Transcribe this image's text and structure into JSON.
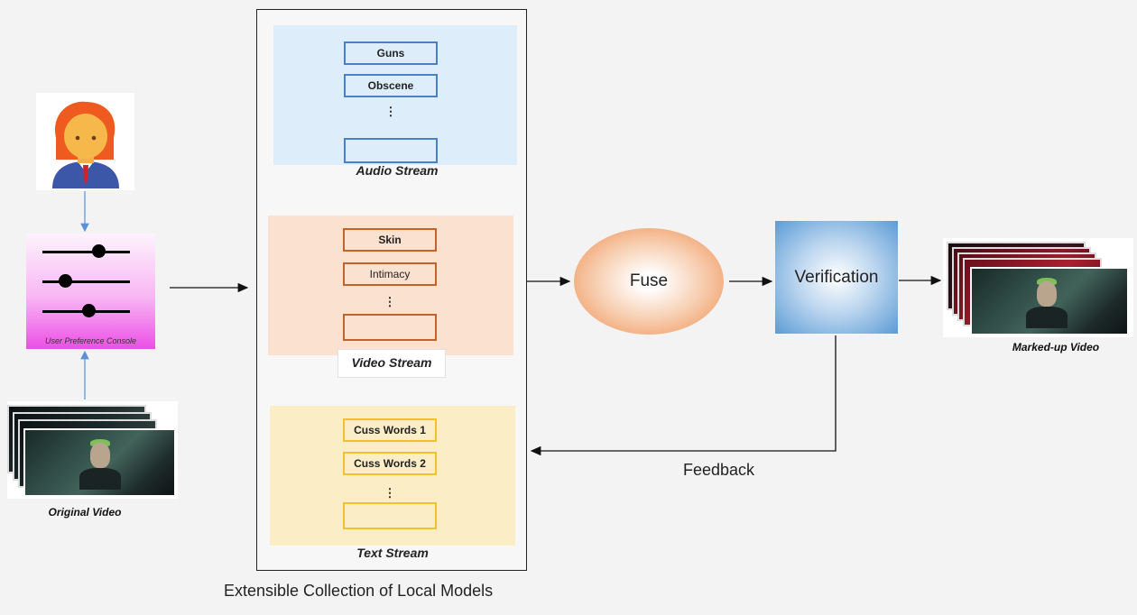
{
  "user": {
    "icon": "user-avatar-icon"
  },
  "console": {
    "label": "User Preference Console",
    "icon": "sliders-icon"
  },
  "original_video": {
    "label": "Original Video"
  },
  "collection": {
    "title": "Extensible Collection of Local Models",
    "audio": {
      "label": "Audio Stream",
      "models": [
        "Guns",
        "Obscene",
        "⋮",
        ""
      ],
      "color": "#4a7fc9",
      "bg": "#ddeefa"
    },
    "video": {
      "label": "Video Stream",
      "models": [
        "Skin",
        "Intimacy",
        "⋮",
        ""
      ],
      "color": "#c5622a",
      "bg": "#fbe1cf"
    },
    "text": {
      "label": "Text Stream",
      "models": [
        "Cuss Words 1",
        "Cuss Words 2",
        "⋮",
        ""
      ],
      "color": "#f2c12e",
      "bg": "#fbedc6"
    }
  },
  "fuse": {
    "label": "Fuse"
  },
  "verification": {
    "label": "Verification"
  },
  "feedback": {
    "label": "Feedback"
  },
  "marked_video": {
    "label": "Marked-up Video"
  }
}
